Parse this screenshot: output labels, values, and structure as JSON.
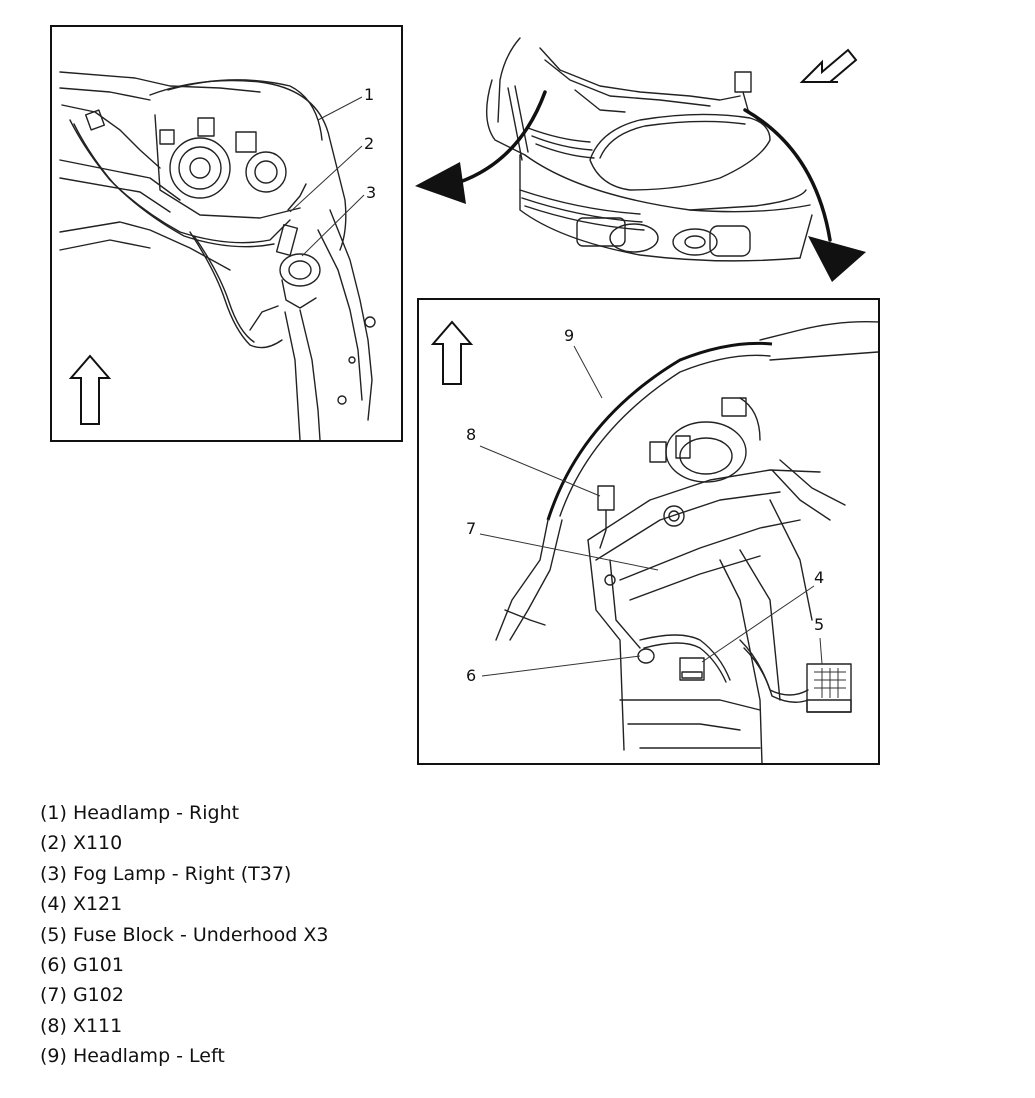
{
  "callouts": [
    {
      "id": 1,
      "label": "1"
    },
    {
      "id": 2,
      "label": "2"
    },
    {
      "id": 3,
      "label": "3"
    },
    {
      "id": 4,
      "label": "4"
    },
    {
      "id": 5,
      "label": "5"
    },
    {
      "id": 6,
      "label": "6"
    },
    {
      "id": 7,
      "label": "7"
    },
    {
      "id": 8,
      "label": "8"
    },
    {
      "id": 9,
      "label": "9"
    }
  ],
  "legend": [
    "(1) Headlamp - Right",
    "(2) X110",
    "(3) Fog Lamp - Right (T37)",
    "(4) X121",
    "(5) Fuse Block - Underhood X3",
    "(6) G101",
    "(7) G102",
    "(8) X111",
    "(9) Headlamp - Left"
  ]
}
